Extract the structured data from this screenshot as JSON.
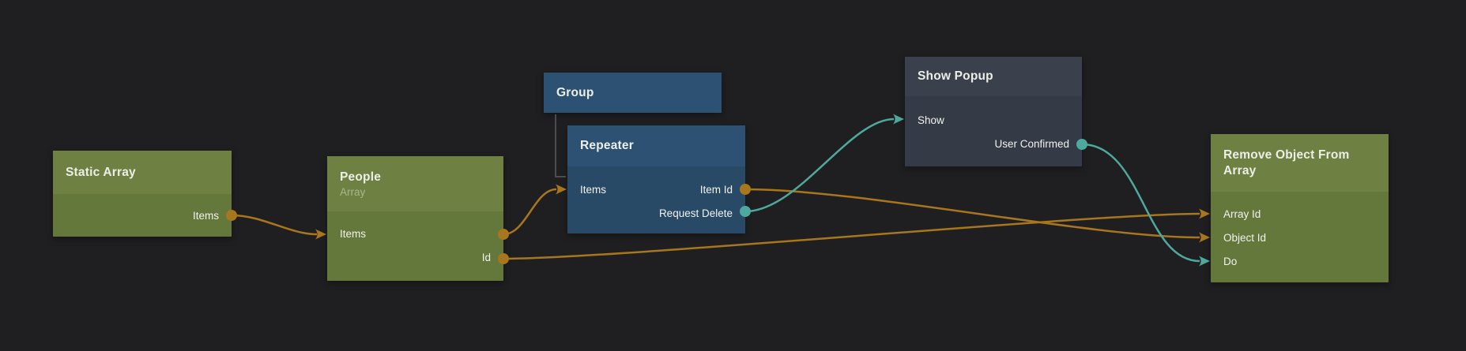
{
  "canvas": {
    "background": "#1f1f21"
  },
  "colors": {
    "wire_orange": "#a8761c",
    "wire_teal": "#4fa89d",
    "hierarchy_line": "#4a4d50",
    "node_green_header": "#6e8142",
    "node_green_body": "#65783b",
    "node_blue_header": "#2d5173",
    "node_blue_body": "#294a67",
    "node_slate_header": "#3b404d",
    "node_slate_body": "#343a46"
  },
  "nodes": {
    "static_array": {
      "title": "Static Array",
      "ports": [
        {
          "label": "Items",
          "dir": "out",
          "color": "orange"
        }
      ]
    },
    "people": {
      "title": "People",
      "subtitle": "Array",
      "ports": [
        {
          "label": "Items",
          "dir": "in-out",
          "color": "orange"
        },
        {
          "label": "Id",
          "dir": "out",
          "color": "orange"
        }
      ]
    },
    "group": {
      "title": "Group",
      "ports": []
    },
    "repeater": {
      "title": "Repeater",
      "ports": [
        {
          "label": "Items",
          "dir": "in",
          "color": "orange"
        },
        {
          "label": "Item Id",
          "dir": "out",
          "color": "orange"
        },
        {
          "label": "Request Delete",
          "dir": "out",
          "color": "teal"
        }
      ]
    },
    "show_popup": {
      "title": "Show Popup",
      "ports": [
        {
          "label": "Show",
          "dir": "in",
          "color": "teal"
        },
        {
          "label": "User Confirmed",
          "dir": "out",
          "color": "teal"
        }
      ]
    },
    "remove_object": {
      "title": "Remove Object From Array",
      "ports": [
        {
          "label": "Array Id",
          "dir": "in",
          "color": "orange"
        },
        {
          "label": "Object Id",
          "dir": "in",
          "color": "orange"
        },
        {
          "label": "Do",
          "dir": "in",
          "color": "teal"
        }
      ]
    }
  },
  "connections": [
    {
      "from": "Static Array.Items",
      "to": "People.Items",
      "color": "orange"
    },
    {
      "from": "People.Items",
      "to": "Repeater.Items",
      "color": "orange"
    },
    {
      "from": "People.Id",
      "to": "Remove Object From Array.Array Id",
      "color": "orange"
    },
    {
      "from": "Repeater.Item Id",
      "to": "Remove Object From Array.Object Id",
      "color": "orange"
    },
    {
      "from": "Repeater.Request Delete",
      "to": "Show Popup.Show",
      "color": "teal"
    },
    {
      "from": "Show Popup.User Confirmed",
      "to": "Remove Object From Array.Do",
      "color": "teal"
    },
    {
      "from": "Group",
      "to": "Repeater",
      "type": "parent-child"
    }
  ]
}
